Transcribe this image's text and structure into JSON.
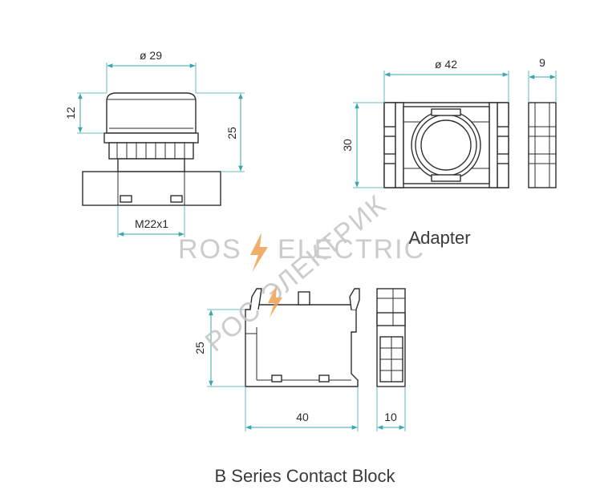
{
  "labels": {
    "button_diameter": "ø 29",
    "button_height_small": "12",
    "button_height": "25",
    "thread": "M22x1",
    "adapter_diameter": "ø 42",
    "adapter_depth": "9",
    "adapter_height": "30",
    "adapter_caption": "Adapter",
    "block_height": "25",
    "block_width": "40",
    "block_depth": "10",
    "block_caption": "B Series Contact Block"
  },
  "watermark": {
    "line1_part1": "ROS",
    "line1_part2": "ELECTRIC",
    "line2": "РОС ЭЛЕКТРИК",
    "color_gray": "#c4c4c4",
    "color_accent": "#f0a050"
  },
  "colors": {
    "dimension": "#3aa7b0",
    "outline": "#2e2e2e"
  }
}
